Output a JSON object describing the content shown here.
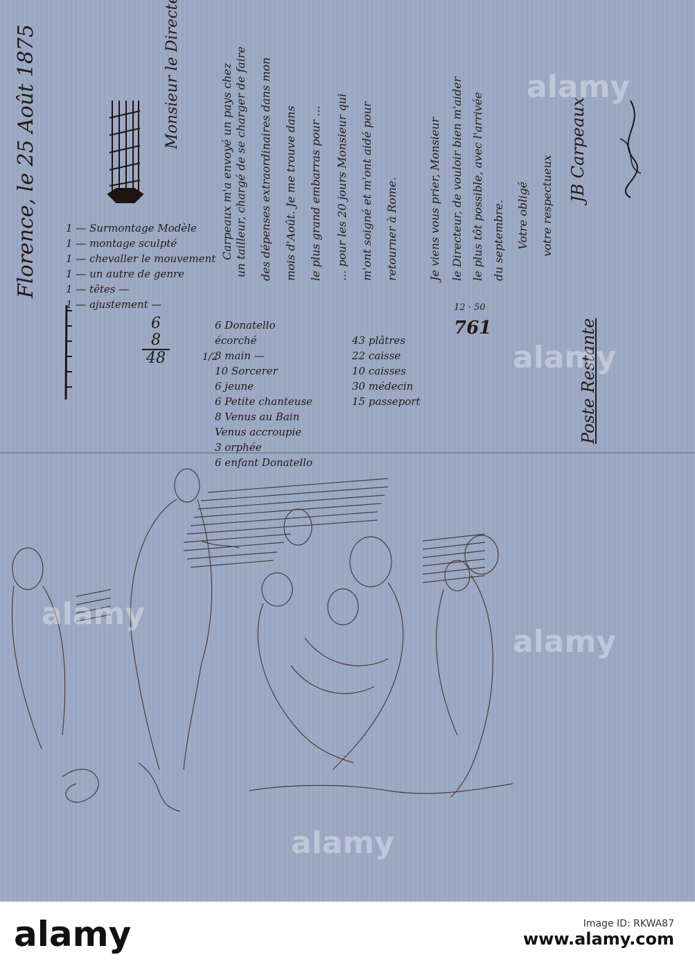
{
  "manuscript": {
    "date_line": "Florence, le 25 Août 1875",
    "director_label": "Monsieur le Directeur",
    "left_list": [
      "1 — Surmontage Modèle",
      "1 — montage  sculpté",
      "1 — chevaller  le mouvement",
      "1 — un autre  de genre",
      "1 — têtes —",
      "1 — ajustement —"
    ],
    "calculation": [
      "6",
      "8",
      "48"
    ],
    "half_mark": "1/2",
    "inventory_col1": [
      "6  Donatello",
      "  écorché",
      "3  main —",
      "10  Sorcerer",
      "6  jeune",
      "6  Petite chanteuse",
      "8  Venus au Bain",
      "  Venus accroupie",
      "3  orphée",
      "6  enfant Donatello"
    ],
    "inventory_col2": [
      "43  plâtres",
      "22  caisse",
      "10  caisses",
      "30  médecin",
      "15  passeport"
    ],
    "figure_total": "761",
    "figure_small": "12 · 50",
    "letter_lines": [
      "Carpeaux m'a envoyé un pays chez",
      "un tailleur, chargé de se charger de faire",
      "des dépenses extraordinaires dans mon",
      "mois d'Août. Je me trouve dans",
      "le plus grand embarras pour ...",
      "... pour les 20 jours Monsieur qui",
      "m'ont soigné et m'ont aidé pour",
      "retourner à Rome.",
      "Je viens vous prier, Monsieur",
      "le Directeur, de vouloir bien m'aider",
      "le plus tôt possible, avec l'arrivée",
      "du septembre."
    ],
    "closing": [
      "Votre obligé",
      "votre respectueux"
    ],
    "signature": "JB Carpeaux",
    "poste_restante": "Poste Restante"
  },
  "watermark": "alamy",
  "footer": {
    "logo": "alamy",
    "line1": "Image ID: RKWA87",
    "line2": "www.alamy.com"
  }
}
